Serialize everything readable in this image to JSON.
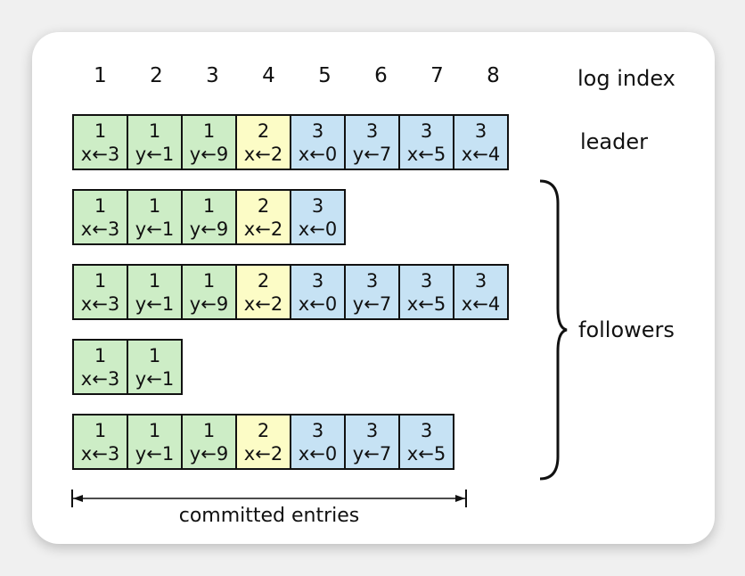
{
  "term_colors": {
    "1": "#cdedc6",
    "2": "#fcfcc6",
    "3": "#c6e2f4"
  },
  "index_labels": [
    "1",
    "2",
    "3",
    "4",
    "5",
    "6",
    "7",
    "8"
  ],
  "labels": {
    "log_index": "log index",
    "leader": "leader",
    "followers": "followers",
    "committed": "committed entries"
  },
  "rows": [
    {
      "role": "leader",
      "entries": [
        {
          "term": "1",
          "cmd": "x←3"
        },
        {
          "term": "1",
          "cmd": "y←1"
        },
        {
          "term": "1",
          "cmd": "y←9"
        },
        {
          "term": "2",
          "cmd": "x←2"
        },
        {
          "term": "3",
          "cmd": "x←0"
        },
        {
          "term": "3",
          "cmd": "y←7"
        },
        {
          "term": "3",
          "cmd": "x←5"
        },
        {
          "term": "3",
          "cmd": "x←4"
        }
      ]
    },
    {
      "role": "follower",
      "entries": [
        {
          "term": "1",
          "cmd": "x←3"
        },
        {
          "term": "1",
          "cmd": "y←1"
        },
        {
          "term": "1",
          "cmd": "y←9"
        },
        {
          "term": "2",
          "cmd": "x←2"
        },
        {
          "term": "3",
          "cmd": "x←0"
        }
      ]
    },
    {
      "role": "follower",
      "entries": [
        {
          "term": "1",
          "cmd": "x←3"
        },
        {
          "term": "1",
          "cmd": "y←1"
        },
        {
          "term": "1",
          "cmd": "y←9"
        },
        {
          "term": "2",
          "cmd": "x←2"
        },
        {
          "term": "3",
          "cmd": "x←0"
        },
        {
          "term": "3",
          "cmd": "y←7"
        },
        {
          "term": "3",
          "cmd": "x←5"
        },
        {
          "term": "3",
          "cmd": "x←4"
        }
      ]
    },
    {
      "role": "follower",
      "entries": [
        {
          "term": "1",
          "cmd": "x←3"
        },
        {
          "term": "1",
          "cmd": "y←1"
        }
      ]
    },
    {
      "role": "follower",
      "entries": [
        {
          "term": "1",
          "cmd": "x←3"
        },
        {
          "term": "1",
          "cmd": "y←1"
        },
        {
          "term": "1",
          "cmd": "y←9"
        },
        {
          "term": "2",
          "cmd": "x←2"
        },
        {
          "term": "3",
          "cmd": "x←0"
        },
        {
          "term": "3",
          "cmd": "y←7"
        },
        {
          "term": "3",
          "cmd": "x←5"
        }
      ]
    }
  ],
  "committed_through_index": 7
}
